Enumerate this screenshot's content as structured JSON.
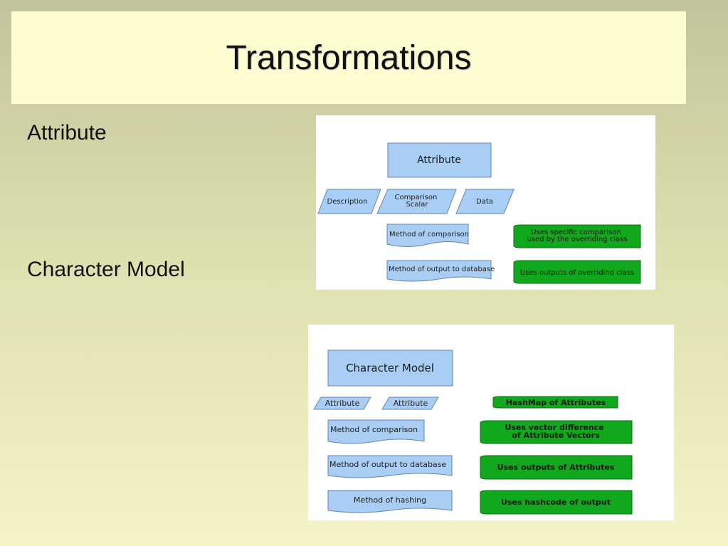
{
  "slide": {
    "title": "Transformations",
    "labels": {
      "attribute": "Attribute",
      "character_model": "Character Model"
    }
  },
  "colors": {
    "process_fill": "#a9cdf3",
    "process_stroke": "#5f86b3",
    "green_fill": "#12a81e",
    "green_stroke": "#0b6e12"
  },
  "attribute_diagram": {
    "header": "Attribute",
    "inputs": [
      "Description",
      "Comparison\nScalar",
      "Data"
    ],
    "methods": [
      "Method of comparison",
      "Method of output to database"
    ],
    "notes": [
      "Uses specific comparison\nused by the overriding class",
      "Uses outputs of overriding class"
    ]
  },
  "character_model_diagram": {
    "header": "Character Model",
    "inputs": [
      "Attribute",
      "Attribute"
    ],
    "methods": [
      "Method of comparison",
      "Method of output to database",
      "Method of hashing"
    ],
    "notes": [
      "HashMap of Attributes",
      "Uses vector difference\nof Attribute Vectors",
      "Uses outputs of Attributes",
      "Uses hashcode of output"
    ]
  }
}
